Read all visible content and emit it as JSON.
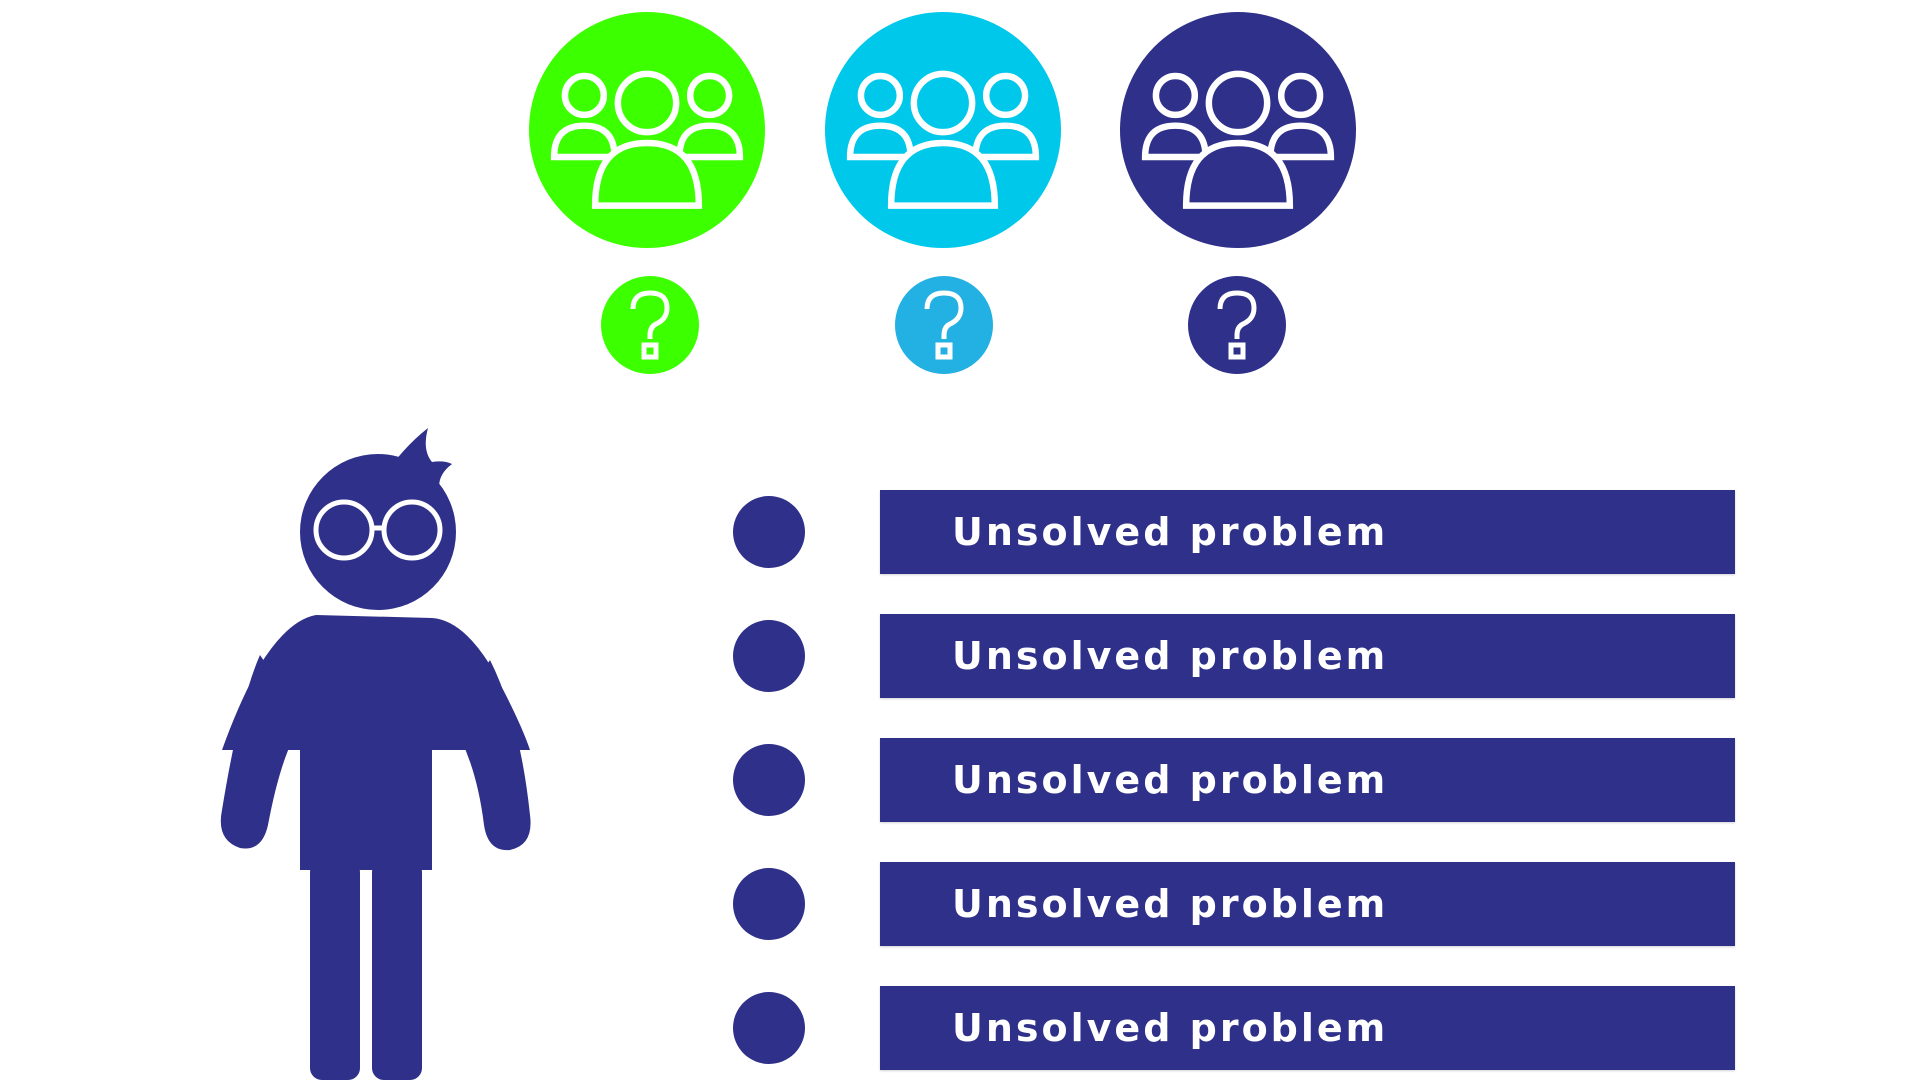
{
  "colors": {
    "green": "#3cff00",
    "cyan": "#00c8ea",
    "light_blue": "#23b0e2",
    "navy": "#2e3089",
    "white": "#ffffff"
  },
  "groups": [
    {
      "icon": "group-people-icon",
      "color": "#3cff00",
      "question_color": "#3cff00"
    },
    {
      "icon": "group-people-icon",
      "color": "#00c8ea",
      "question_color": "#23b0e2"
    },
    {
      "icon": "group-people-icon",
      "color": "#2e3089",
      "question_color": "#2e3089"
    }
  ],
  "person": {
    "icon": "person-with-glasses-icon",
    "color": "#2e3089"
  },
  "problems": [
    {
      "label": "Unsolved problem"
    },
    {
      "label": "Unsolved problem"
    },
    {
      "label": "Unsolved problem"
    },
    {
      "label": "Unsolved problem"
    },
    {
      "label": "Unsolved problem"
    }
  ]
}
